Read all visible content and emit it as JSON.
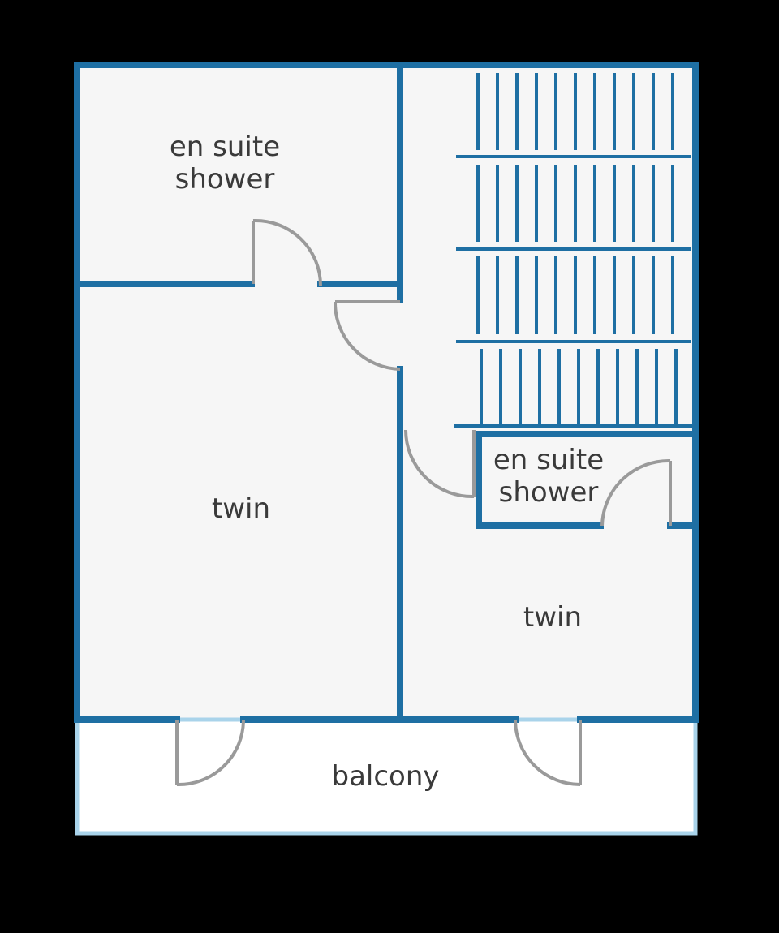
{
  "colors": {
    "background": "#000000",
    "floor": "#f6f6f6",
    "balcony_floor": "#ffffff",
    "wall": "#1e6fa3",
    "balcony_rail": "#a9d3ea",
    "door": "#9a9a9a",
    "text": "#3a3a3a"
  },
  "rooms": {
    "ensuite_top": {
      "line1": "en suite",
      "line2": "shower"
    },
    "ensuite_right": {
      "line1": "en suite",
      "line2": "shower"
    },
    "twin_left": {
      "label": "twin"
    },
    "twin_right": {
      "label": "twin"
    },
    "balcony": {
      "label": "balcony"
    }
  },
  "icons": {
    "doors": "door-swing-icon",
    "stairs": "staircase-icon"
  }
}
